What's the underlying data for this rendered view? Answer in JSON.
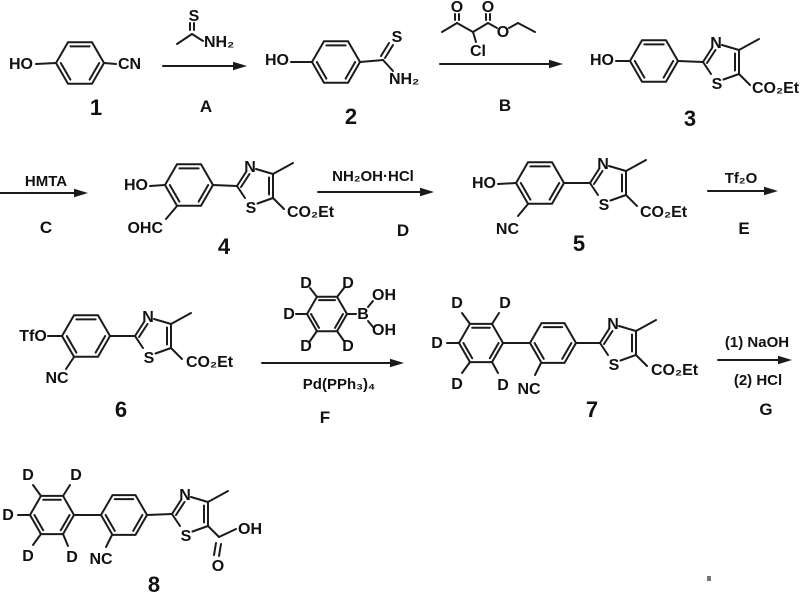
{
  "atoms": {
    "ho": "HO",
    "oh": "OH",
    "cn": "CN",
    "nc": "NC",
    "n": "N",
    "s": "S",
    "o": "O",
    "cl": "Cl",
    "b": "B",
    "d": "D",
    "nh2": "NH₂",
    "co2et": "CO₂Et",
    "ohc": "OHC",
    "tfo": "TfO"
  },
  "compounds": {
    "c1": "1",
    "c2": "2",
    "c3": "3",
    "c4": "4",
    "c5": "5",
    "c6": "6",
    "c7": "7",
    "c8": "8"
  },
  "steps": {
    "a": {
      "label": "A"
    },
    "b": {
      "label": "B"
    },
    "c": {
      "label": "C",
      "reagent": "HMTA"
    },
    "d": {
      "label": "D",
      "reagent": "NH₂OH·HCl"
    },
    "e": {
      "label": "E",
      "reagent": "Tf₂O"
    },
    "f": {
      "label": "F",
      "catalyst": "Pd(PPh₃)₄"
    },
    "g": {
      "label": "G",
      "line1": "(1) NaOH",
      "line2": "(2) HCl"
    }
  }
}
